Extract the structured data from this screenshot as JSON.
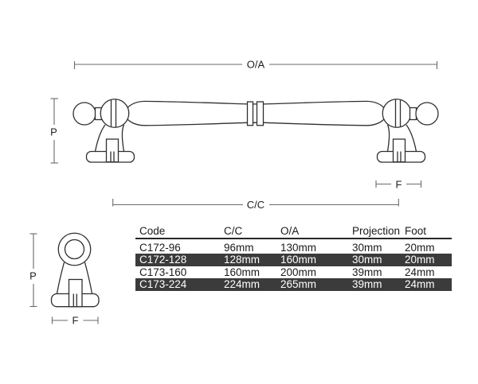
{
  "diagram": {
    "front_view": {
      "overall_label": "O/A",
      "projection_label": "P",
      "foot_label": "F",
      "centers_label": "C/C"
    },
    "end_view": {
      "projection_label": "P",
      "foot_label": "F"
    }
  },
  "table": {
    "columns": [
      "Code",
      "C/C",
      "O/A",
      "Projection",
      "Foot"
    ],
    "rows": [
      {
        "code": "C172-96",
        "cc": "96mm",
        "oa": "130mm",
        "projection": "30mm",
        "foot": "20mm",
        "highlighted": false
      },
      {
        "code": "C172-128",
        "cc": "128mm",
        "oa": "160mm",
        "projection": "30mm",
        "foot": "20mm",
        "highlighted": true
      },
      {
        "code": "C173-160",
        "cc": "160mm",
        "oa": "200mm",
        "projection": "39mm",
        "foot": "24mm",
        "highlighted": false
      },
      {
        "code": "C173-224",
        "cc": "224mm",
        "oa": "265mm",
        "projection": "39mm",
        "foot": "24mm",
        "highlighted": true
      }
    ]
  },
  "colors": {
    "background": "#ffffff",
    "line_art": "#2f2f2f",
    "dimension_line": "#6a6a6a",
    "text": "#1a1a1a",
    "highlight_row_bg": "#3b3b3b",
    "highlight_row_text": "#ffffff"
  }
}
